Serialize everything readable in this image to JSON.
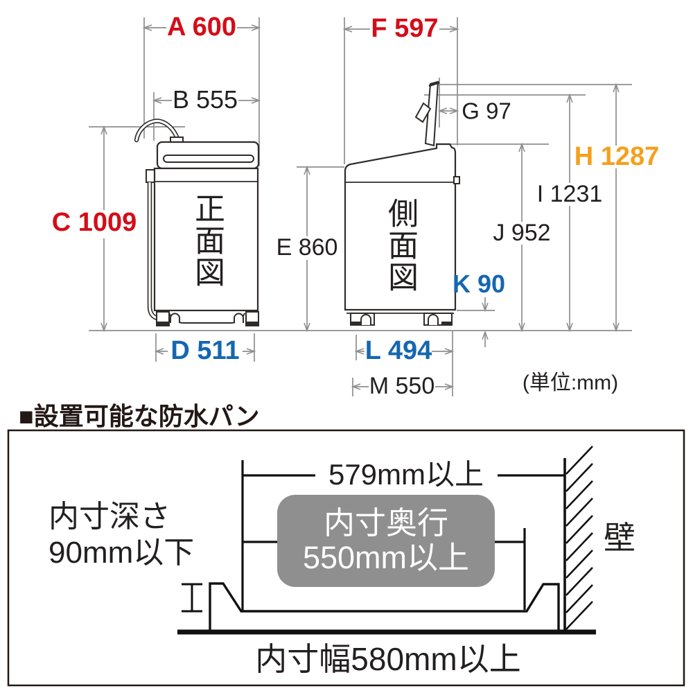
{
  "section": {
    "heading": "■設置可能な防水パン"
  },
  "unit_note": "(単位:mm)",
  "views": {
    "front": {
      "title": "正面図"
    },
    "side": {
      "title": "側面図"
    }
  },
  "dimensions": {
    "A": {
      "label": "A 600",
      "value_mm": 600,
      "color": "#d40d18"
    },
    "B": {
      "label": "B 555",
      "value_mm": 555,
      "color": "#221f1f"
    },
    "C": {
      "label": "C 1009",
      "value_mm": 1009,
      "color": "#d40d18"
    },
    "D": {
      "label": "D 511",
      "value_mm": 511,
      "color": "#1566b0"
    },
    "E": {
      "label": "E 860",
      "value_mm": 860,
      "color": "#221f1f"
    },
    "F": {
      "label": "F 597",
      "value_mm": 597,
      "color": "#d40d18"
    },
    "G": {
      "label": "G 97",
      "value_mm": 97,
      "color": "#221f1f"
    },
    "H": {
      "label": "H 1287",
      "value_mm": 1287,
      "color": "#f4a01d"
    },
    "I": {
      "label": "I 1231",
      "value_mm": 1231,
      "color": "#221f1f"
    },
    "J": {
      "label": "J 952",
      "value_mm": 952,
      "color": "#221f1f"
    },
    "K": {
      "label": "K 90",
      "value_mm": 90,
      "color": "#1566b0"
    },
    "L": {
      "label": "L 494",
      "value_mm": 494,
      "color": "#1566b0"
    },
    "M": {
      "label": "M 550",
      "value_mm": 550,
      "color": "#221f1f"
    }
  },
  "pan": {
    "top_width": "579mm以上",
    "inner_depth_line1": "内寸奥行",
    "inner_depth_line2": "550mm以上",
    "depth_line1": "内寸深さ",
    "depth_line2": "90mm以下",
    "inner_width": "内寸幅580mm以上",
    "wall": "壁"
  },
  "colors": {
    "red": "#d40d18",
    "blue": "#1566b0",
    "orange": "#f4a01d",
    "text": "#221f1f",
    "dimension_line": "#8e8e8e",
    "machine_outline": "#2e2b29",
    "pan_line": "#111111",
    "pan_gray_fill": "#8f8f8f"
  }
}
